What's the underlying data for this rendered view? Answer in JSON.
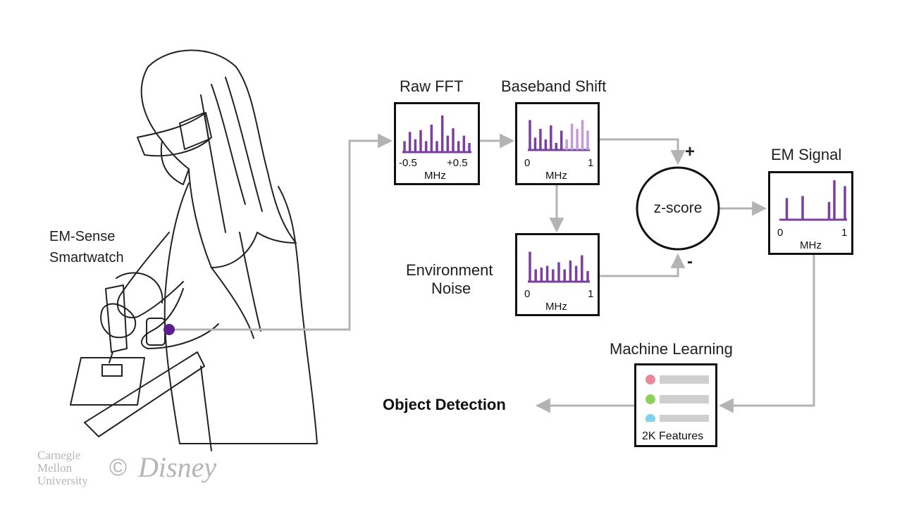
{
  "labels": {
    "device": [
      "EM-Sense",
      "Smartwatch"
    ],
    "raw_fft": "Raw FFT",
    "baseband_shift": "Baseband Shift",
    "em_signal": "EM Signal",
    "environment_noise": [
      "Environment",
      "Noise"
    ],
    "zscore": "z-score",
    "plus": "+",
    "minus": "-",
    "machine_learning": "Machine Learning",
    "features": "2K Features",
    "object_detection": "Object Detection"
  },
  "plots": {
    "raw_fft": {
      "tick_left": "-0.5",
      "tick_right": "+0.5",
      "unit": "MHz",
      "bars": [
        0.3,
        0.55,
        0.35,
        0.6,
        0.3,
        0.75,
        0.3,
        1.0,
        0.45,
        0.65,
        0.3,
        0.45,
        0.25
      ],
      "color": "#7b3fa0"
    },
    "baseband_shift": {
      "tick_left": "0",
      "tick_right": "1",
      "unit": "MHz",
      "bars": [
        0.85,
        0.35,
        0.6,
        0.3,
        0.7,
        0.2,
        0.55,
        0.3,
        0.75,
        0.6,
        0.85,
        0.55
      ],
      "faded_from": 7,
      "color": "#7b3fa0",
      "faded_color": "#c49ad8"
    },
    "environment_noise": {
      "tick_left": "0",
      "tick_right": "1",
      "unit": "MHz",
      "bars": [
        0.85,
        0.35,
        0.4,
        0.45,
        0.35,
        0.55,
        0.35,
        0.6,
        0.45,
        0.75,
        0.3
      ],
      "color": "#7b3fa0"
    },
    "em_signal": {
      "tick_left": "0",
      "tick_right": "1",
      "unit": "MHz",
      "bars": [
        0.0,
        0.55,
        0.0,
        0.0,
        0.6,
        0.0,
        0.0,
        0.0,
        0.0,
        0.45,
        1.0,
        0.0,
        0.85
      ],
      "color": "#7b3fa0"
    }
  },
  "ml_rows": [
    {
      "dot_color": "#e8889a"
    },
    {
      "dot_color": "#8fd05a"
    },
    {
      "dot_color": "#7fd3ef"
    }
  ],
  "colors": {
    "accent": "#5a1f8a",
    "connector": "#b3b3b3",
    "logo": "#b5b5b5"
  },
  "logos": {
    "cmu": [
      "Carnegie",
      "Mellon",
      "University"
    ],
    "copyright": "©",
    "disney": "Disney"
  }
}
